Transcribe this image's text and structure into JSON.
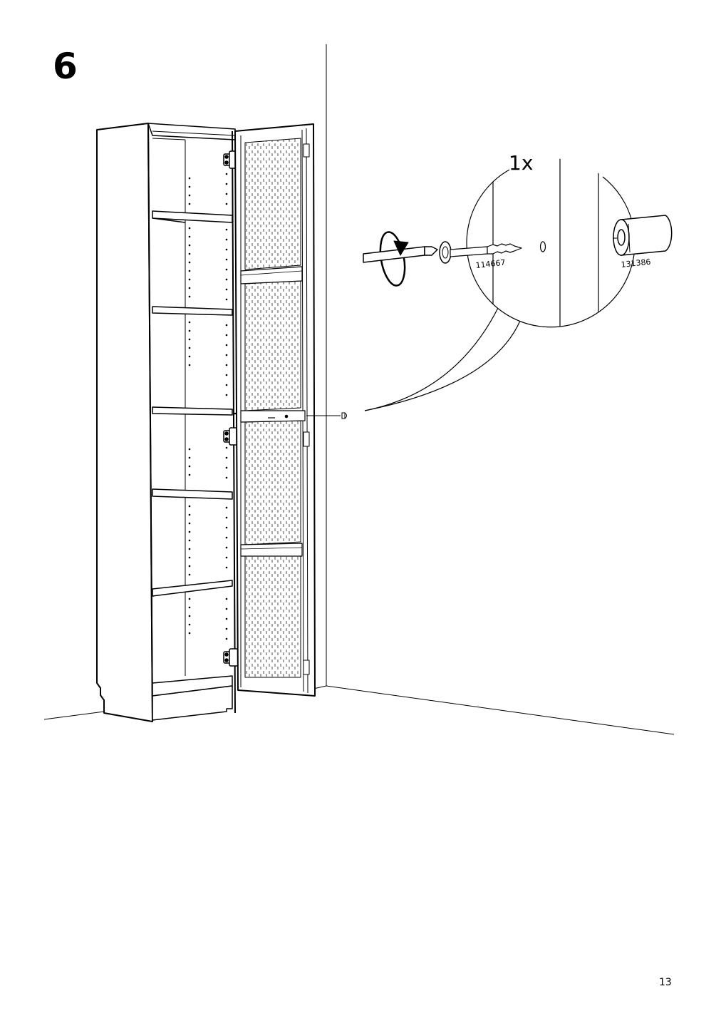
{
  "step": {
    "number": "6"
  },
  "detail": {
    "quantity": "1x",
    "screw_part": "114667",
    "plug_part": "131386"
  },
  "page": {
    "number": "13"
  },
  "icons": [
    "screwdriver-icon",
    "rotate-arrow-icon",
    "screw-icon",
    "wall-plug-icon"
  ]
}
